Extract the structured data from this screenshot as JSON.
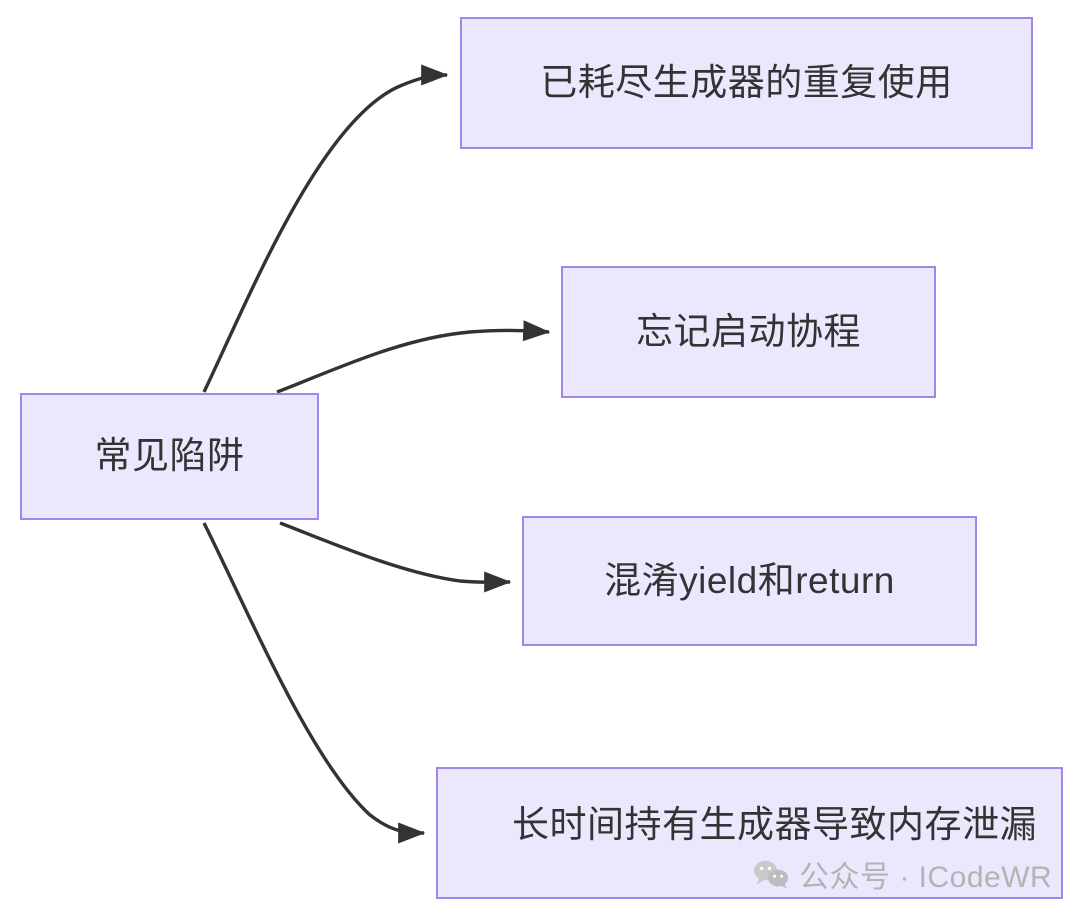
{
  "diagram": {
    "type": "flowchart",
    "direction": "left-to-right",
    "background_color": "#ffffff",
    "node_fill_color": "#ebe8fd",
    "node_border_color": "#a385ec",
    "node_text_color": "#333333",
    "edge_color": "#333333",
    "root": {
      "id": "root",
      "label": "常见陷阱"
    },
    "children": [
      {
        "id": "child-0",
        "label": "已耗尽生成器的重复使用"
      },
      {
        "id": "child-1",
        "label": "忘记启动协程"
      },
      {
        "id": "child-2",
        "label": "混淆yield和return"
      },
      {
        "id": "child-3",
        "label": "长时间持有生成器导致内存泄漏",
        "clipped": true
      }
    ],
    "edges": [
      {
        "from": "root",
        "to": "child-0"
      },
      {
        "from": "root",
        "to": "child-1"
      },
      {
        "from": "root",
        "to": "child-2"
      },
      {
        "from": "root",
        "to": "child-3"
      }
    ]
  },
  "watermark": {
    "icon": "wechat-icon",
    "text": "公众号 · ICodeWR",
    "color": "#b3b3b3"
  }
}
